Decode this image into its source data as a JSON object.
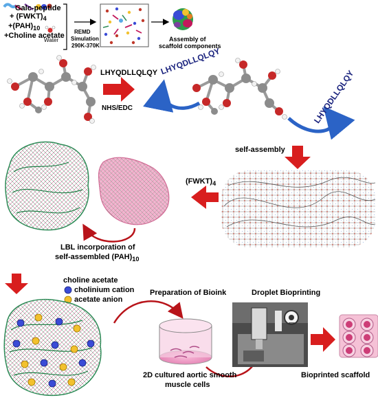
{
  "top": {
    "line1": "Galc-peptide",
    "line2": "+ (FWKT)",
    "line2_sub": "4",
    "line3": "+(PAH)",
    "line3_sub": "10",
    "line4": "+Choline acetate",
    "water": "Water",
    "remd1": "REMD",
    "remd2": "Simulation",
    "remd3": "290K-370K",
    "assembly1": "Assembly of",
    "assembly2": "scaffold components"
  },
  "reaction": {
    "reagent_top": "LHYQDLLQLQY",
    "reagent_bottom": "NHS/EDC",
    "seq_left": "LHYQDLLQLQY",
    "seq_right": "LHYQDLLQLQY"
  },
  "steps": {
    "self_assembly": "self-assembly",
    "fwkt": "(FWKT)",
    "fwkt_sub": "4",
    "lbl1": "LBL incorporation of",
    "lbl2": "self-assembled (PAH)",
    "lbl2_sub": "10"
  },
  "legend": {
    "choline_acetate": "choline acetate",
    "cholinium": "cholinium cation",
    "acetate": "acetate anion"
  },
  "bottom": {
    "bioink": "Preparation of Bioink",
    "droplet": "Droplet Bioprinting",
    "cells1": "2D cultured aortic smooth",
    "cells2": "muscle cells",
    "bioprinted": "Bioprinted scaffold"
  },
  "colors": {
    "arrow_red": "#d81e1e",
    "arrow_blue": "#2b63c6",
    "seq_blue": "#1a237e",
    "mesh_pink": "#e89ab8",
    "mesh_green": "#2e8b57",
    "cation_blue": "#3a4bd6",
    "anion_yellow": "#f2c12e"
  }
}
